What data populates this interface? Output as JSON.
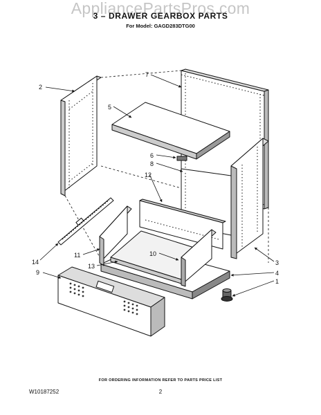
{
  "page": {
    "title": "3 – DRAWER GEARBOX PARTS",
    "model_line": "For Model: GAGD283DTG00",
    "watermark": "AppliancePartsPros.com",
    "footer_note": "FOR ORDERING INFORMATION REFER TO PARTS PRICE LIST",
    "document_number": "W10187252",
    "page_number": "2"
  },
  "callouts": {
    "p1": "1",
    "p2": "2",
    "p3": "3",
    "p4": "4",
    "p5": "5",
    "p6": "6",
    "p7": "7",
    "p8": "8",
    "p9": "9",
    "p10": "10",
    "p11": "11",
    "p12": "12",
    "p13": "13",
    "p14": "14"
  },
  "colors": {
    "line": "#111111",
    "watermark": "#969696",
    "panel_fill": "#ffffff"
  }
}
